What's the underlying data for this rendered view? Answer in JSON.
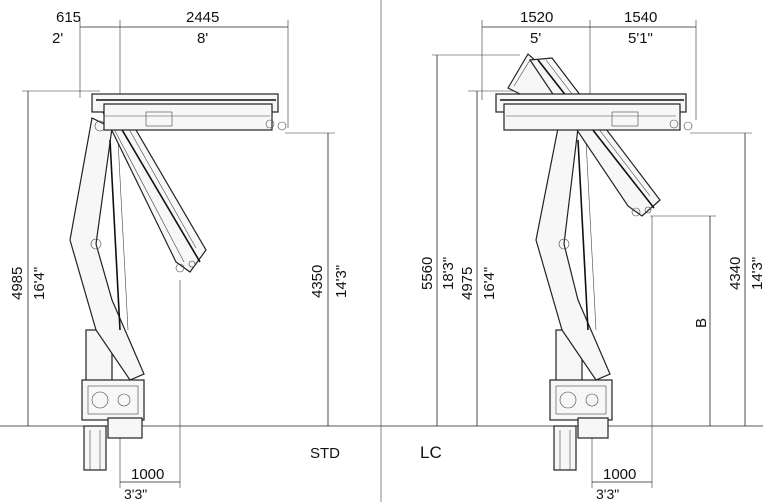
{
  "left": {
    "variant": "STD",
    "width_top_a_mm": "615",
    "width_top_a_ft": "2'",
    "width_top_b_mm": "2445",
    "width_top_b_ft": "8'",
    "height_total_mm": "4985",
    "height_total_ft": "16'4\"",
    "height_hook_mm": "4350",
    "height_hook_ft": "14'3\"",
    "base_width_mm": "1000",
    "base_width_ft": "3'3\""
  },
  "right": {
    "variant": "LC",
    "width_top_a_mm": "1520",
    "width_top_a_ft": "5'",
    "width_top_b_mm": "1540",
    "width_top_b_ft": "5'1\"",
    "height_max_mm": "5560",
    "height_max_ft": "18'3\"",
    "height_total_mm": "4975",
    "height_total_ft": "16'4\"",
    "height_hook_mm": "4340",
    "height_hook_ft": "14'3\"",
    "dim_b_label": "B",
    "base_width_mm": "1000",
    "base_width_ft": "3'3\""
  }
}
